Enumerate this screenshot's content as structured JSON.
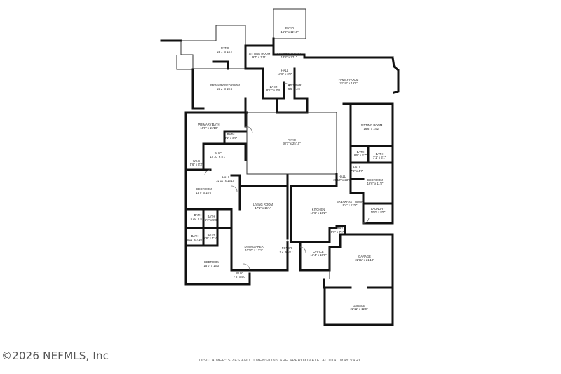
{
  "rooms": [
    {
      "name": "PATIO",
      "dims": "16'6\" x 11'10\""
    },
    {
      "name": "PATIO",
      "dims": "23'1\" x 14'2\""
    },
    {
      "name": "SITTING ROOM",
      "dims": "9'7\" x 7'11\""
    },
    {
      "name": "COVERED PATIO",
      "dims": "13'8\" x 7'11\""
    },
    {
      "name": "HALL",
      "dims": "13'8\" x 3'8\""
    },
    {
      "name": "PRIMARY BEDROOM",
      "dims": "24'2\" x 16'4\""
    },
    {
      "name": "BATH",
      "dims": "8'11\" x 3'9\""
    },
    {
      "name": "WET BAR",
      "dims": "6'5\" x 3'5\""
    },
    {
      "name": "FAMILY ROOM",
      "dims": "22'10\" x 19'0\""
    },
    {
      "name": "PRIMARY BATH",
      "dims": "16'8\" x 15'10\""
    },
    {
      "name": "BATH",
      "dims": "8'1\" x 3'9\""
    },
    {
      "name": "W.I.C",
      "dims": "12'10\" x 8'1\""
    },
    {
      "name": "W.I.C",
      "dims": "5'6\" x 3'3\""
    },
    {
      "name": "PATIO",
      "dims": "30'7\" x 25'10\""
    },
    {
      "name": "SITTING ROOM",
      "dims": "16'6\" x 14'2\""
    },
    {
      "name": "BATH",
      "dims": "8'5\" x 5'7\""
    },
    {
      "name": "BATH",
      "dims": "7'1\" x 5'1\""
    },
    {
      "name": "HALL",
      "dims": "7'6\" x 4'7\""
    },
    {
      "name": "BEDROOM",
      "dims": "16'6\" x 11'8\""
    },
    {
      "name": "HALL",
      "dims": "22'11\" x 16'10\""
    },
    {
      "name": "HALL",
      "dims": "26'10\" x 23'6\""
    },
    {
      "name": "BEDROOM",
      "dims": "16'9\" x 15'6\""
    },
    {
      "name": "LIVING ROOM",
      "dims": "17'1\" x 15'1\""
    },
    {
      "name": "KITCHEN",
      "dims": "16'6\" x 16'2\""
    },
    {
      "name": "BREAKFAST NOOK",
      "dims": "9'4\" x 12'8\""
    },
    {
      "name": "LAUNDRY",
      "dims": "10'0\" x 8'5\""
    },
    {
      "name": "BATH",
      "dims": "5'10\" x 5'5\""
    },
    {
      "name": "BATH",
      "dims": "6'1\" x 5'0\""
    },
    {
      "name": "PANTRY",
      "dims": "5'6\" x 7'1\""
    },
    {
      "name": "BATH",
      "dims": "6'11\" x 7'10\""
    },
    {
      "name": "BATH",
      "dims": "7'8\" x 7'10\""
    },
    {
      "name": "DINING AREA",
      "dims": "10'10\" x 13'1\""
    },
    {
      "name": "FOYER",
      "dims": "9'3\" x 10'7\""
    },
    {
      "name": "OFFICE",
      "dims": "13'4\" x 10'6\""
    },
    {
      "name": "GARAGE",
      "dims": "22'11\" x 21'10\""
    },
    {
      "name": "BEDROOM",
      "dims": "15'0\" x 16'3\""
    },
    {
      "name": "W.I.C",
      "dims": "7'8\" x 5'0\""
    },
    {
      "name": "GARAGE",
      "dims": "22'11\" x 12'0\""
    }
  ],
  "watermark": "©2026 NEFMLS, Inc",
  "disclaimer": "DISCLAIMER: SIZES AND DIMENSIONS ARE APPROXIMATE. ACTUAL MAY VARY."
}
